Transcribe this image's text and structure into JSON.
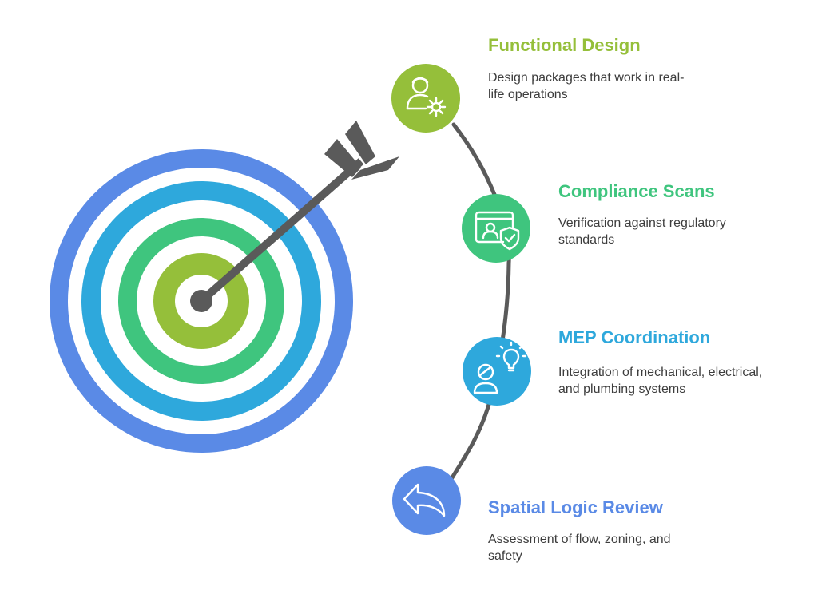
{
  "colors": {
    "blue": "#5a8ae6",
    "cyan": "#2ea8dc",
    "green": "#3fc57e",
    "lime": "#95bf3a",
    "arrow": "#5a5a5a",
    "connector": "#5a5a5a"
  },
  "steps": [
    {
      "title": "Functional Design",
      "description": "Design packages that work in real-life operations",
      "color": "#95bf3a",
      "icon": "user-gear-icon"
    },
    {
      "title": "Compliance Scans",
      "description": "Verification against regulatory standards",
      "color": "#3fc57e",
      "icon": "id-card-shield-check-icon"
    },
    {
      "title": "MEP Coordination",
      "description": "Integration of mechanical, electrical, and plumbing systems",
      "color": "#2ea8dc",
      "icon": "person-lightbulb-icon"
    },
    {
      "title": "Spatial Logic Review",
      "description": "Assessment of flow, zoning, and safety",
      "color": "#5a8ae6",
      "icon": "return-arrow-icon"
    }
  ],
  "target": {
    "icon": "target-icon",
    "arrow_icon": "arrow-icon"
  }
}
